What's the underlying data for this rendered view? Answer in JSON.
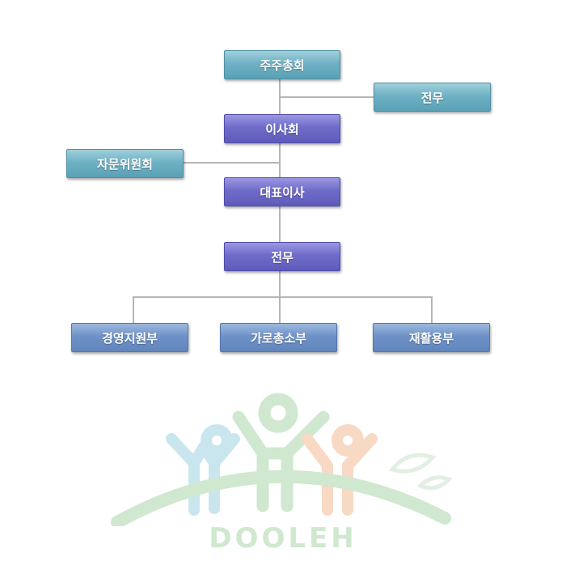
{
  "org_chart": {
    "shareholders_meeting": "주주총회",
    "managing_director_top": "전무",
    "board_of_directors": "이사회",
    "advisory_committee": "자문위원회",
    "ceo": "대표이사",
    "managing_director": "전무",
    "departments": [
      {
        "label": "경영지원부"
      },
      {
        "label": "가로총소부"
      },
      {
        "label": "재활용부"
      }
    ]
  },
  "logo": {
    "text": "DOOLEH",
    "colors": {
      "green": "#cfe8cf",
      "blue": "#c9e6ef",
      "orange": "#f8d9c4",
      "leaf": "#e3efe3"
    }
  },
  "colors": {
    "teal": "#6fb1c4",
    "purple": "#6f6cc9",
    "blue": "#6e92c7",
    "connector": "#b5b5b5"
  }
}
